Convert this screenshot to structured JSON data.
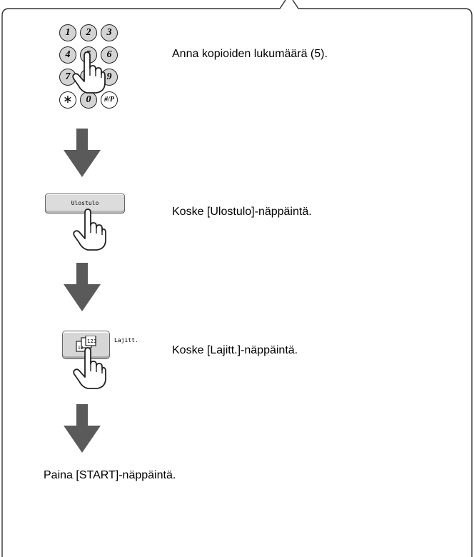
{
  "keypad": {
    "keys": [
      "1",
      "2",
      "3",
      "4",
      "5",
      "6",
      "7",
      "8",
      "9",
      "∗",
      "0",
      "#/P"
    ],
    "highlighted_key": "5"
  },
  "steps": [
    {
      "text": "Anna kopioiden lukumäärä (5)."
    },
    {
      "text": "Koske [Ulostulo]-näppäintä."
    },
    {
      "text": "Koske [Lajitt.]-näppäintä."
    },
    {
      "text": "Paina [START]-näppäintä."
    }
  ],
  "buttons": {
    "ulostulo_label": "Ulostulo",
    "lajitt_label": "Lajitt."
  },
  "colors": {
    "arrow": "#5a5a5a",
    "key_fill": "#d4d4d4",
    "button_fill": "#dcdcdc"
  },
  "icons": [
    "hand-pointer-icon",
    "down-arrow-icon",
    "sort-icon"
  ]
}
